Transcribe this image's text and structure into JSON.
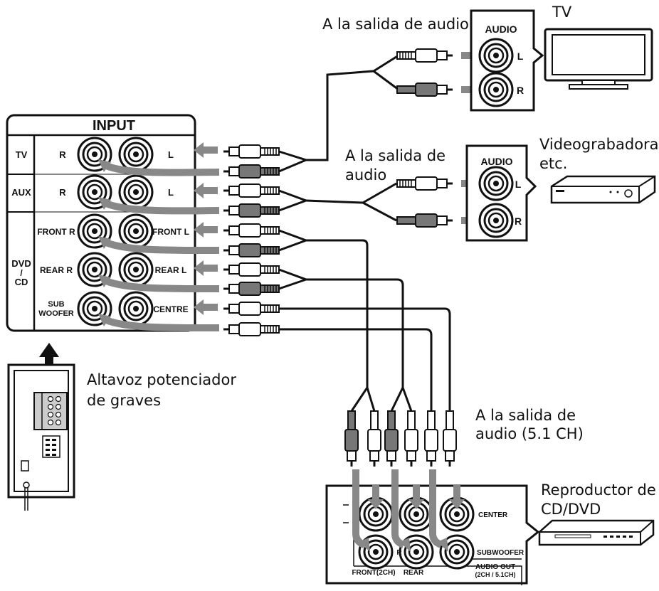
{
  "captions": {
    "tv_out": "A la salida de audio",
    "tv": "TV",
    "vcr_out_1": "A la salida de",
    "vcr_out_2": "audio",
    "vcr_1": "Videograbadora,",
    "vcr_2": "etc.",
    "sub_1": "Altavoz potenciador",
    "sub_2": "de graves",
    "dvd_out_1": "A la salida de",
    "dvd_out_2": "audio (5.1 CH)",
    "player_1": "Reproductor de",
    "player_2": "CD/DVD"
  },
  "input_panel": {
    "title": "INPUT",
    "rows": [
      {
        "source": "TV",
        "left_label": "R",
        "right_label": "L"
      },
      {
        "source": "AUX",
        "left_label": "R",
        "right_label": "L"
      },
      {
        "source": "DVD / CD",
        "left_label": "FRONT R",
        "right_label": "FRONT L"
      },
      {
        "source": "",
        "left_label": "REAR  R",
        "right_label": "REAR  L"
      },
      {
        "source": "",
        "left_label": "SUB WOOFER",
        "right_label": "CENTRE"
      }
    ],
    "source_lines": [
      "DVD",
      "/",
      "CD"
    ],
    "sub_lines": [
      "SUB",
      "WOOFER"
    ]
  },
  "tv_panel": {
    "title": "AUDIO",
    "l": "L",
    "r": "R"
  },
  "vcr_panel": {
    "title": "AUDIO",
    "l": "L",
    "r": "R"
  },
  "dvd_panel": {
    "r_label": "R",
    "center": "CENTER",
    "subwoofer": "SUBWOOFER",
    "front": "FRONT(2CH)",
    "rear": "REAR",
    "audio_out_1": "AUDIO OUT",
    "audio_out_2": "(2CH / 5.1CH)"
  }
}
